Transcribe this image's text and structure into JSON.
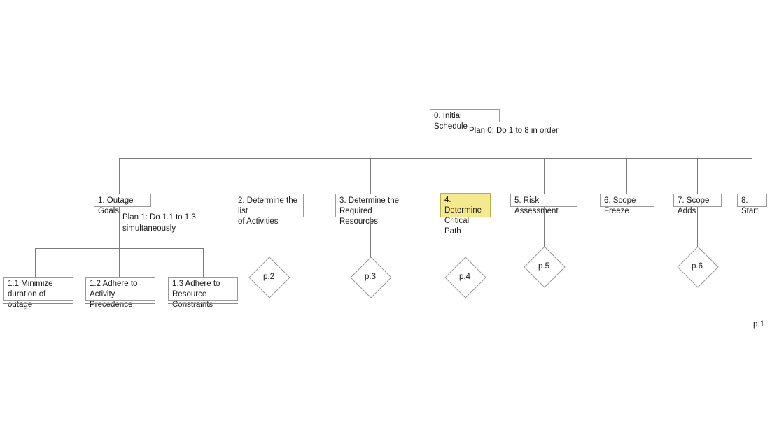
{
  "diagram": {
    "title": "Initial Schedule hierarchical task analysis",
    "page_label": "p.1",
    "highlight_color": "#F4EA8D",
    "line_color": "#7b7b7b",
    "box_border_color": "#9a9a9a",
    "text_color": "#1a1a1a",
    "root": {
      "label": "0. Initial Schedule",
      "plan": "Plan 0: Do 1 to 8 in order"
    },
    "level1": [
      {
        "id": "1",
        "label": "1. Outage Goals",
        "highlighted": false,
        "leaf": false,
        "has_diamond": false,
        "plan": "Plan 1: Do 1.1 to 1.3\nsimultaneously"
      },
      {
        "id": "2",
        "label": "2. Determine the list\nof Activities",
        "highlighted": false,
        "leaf": false,
        "has_diamond": true,
        "diamond_label": "p.2"
      },
      {
        "id": "3",
        "label": "3. Determine the\nRequired Resources",
        "highlighted": false,
        "leaf": false,
        "has_diamond": true,
        "diamond_label": "p.3"
      },
      {
        "id": "4",
        "label": "4. Determine\nCritical Path",
        "highlighted": true,
        "leaf": false,
        "has_diamond": true,
        "diamond_label": "p.4"
      },
      {
        "id": "5",
        "label": "5. Risk Assessment",
        "highlighted": false,
        "leaf": false,
        "has_diamond": true,
        "diamond_label": "p.5"
      },
      {
        "id": "6",
        "label": "6. Scope Freeze",
        "highlighted": false,
        "leaf": true,
        "has_diamond": false
      },
      {
        "id": "7",
        "label": "7. Scope Adds",
        "highlighted": false,
        "leaf": false,
        "has_diamond": true,
        "diamond_label": "p.6"
      },
      {
        "id": "8",
        "label": "8. Start",
        "highlighted": false,
        "leaf": true,
        "has_diamond": false
      }
    ],
    "level2": [
      {
        "id": "1.1",
        "label": "1.1 Minimize\nduration of outage",
        "leaf": true
      },
      {
        "id": "1.2",
        "label": "1.2 Adhere to Activity\nPrecedence",
        "leaf": true
      },
      {
        "id": "1.3",
        "label": "1.3 Adhere to\nResource Constraints",
        "leaf": true
      }
    ]
  }
}
